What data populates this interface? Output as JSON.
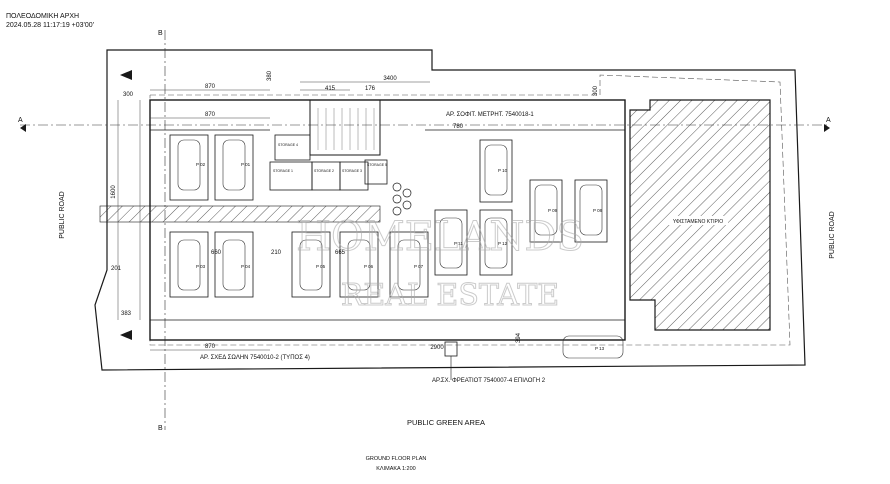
{
  "header": {
    "authority": "ΠΟΛΕΟΔΟΜΙΚΗ ΑΡΧΗ",
    "timestamp": "2024.05.28 11:17:19 +03'00'"
  },
  "labels": {
    "public_road_left": "PUBLIC ROAD",
    "public_road_right": "PUBLIC ROAD",
    "public_green_area": "PUBLIC GREEN AREA",
    "plan_title": "GROUND FLOOR PLAN",
    "scale": "ΚΛΙΜΑΚΑ 1:200",
    "dim_870_top": "870",
    "dim_870_mid": "870",
    "dim_870_bot": "870",
    "dim_3400": "3400",
    "dim_415": "415",
    "dim_176": "176",
    "dim_300_left": "300",
    "dim_300_right": "300",
    "dim_380": "380",
    "dim_1600": "1600",
    "dim_660": "660",
    "dim_665": "665",
    "dim_210": "210",
    "dim_201": "201",
    "dim_383": "383",
    "dim_394": "394",
    "dim_780": "780",
    "dim_2900": "2900",
    "note_top_right": "ΑΡ. ΣΟΦΙΤ. ΜΕΤΡΗΤ. 7540018-1",
    "note_bottom_left": "ΑΡ. ΣΧΕΔ ΣΩΛΗΝ 7540010-2 (ΤΥΠΟΣ 4)",
    "note_bottom_right": "ΑΡ.ΣΧ. ΦΡΕΑΤΙΟΤ 7540007-4   ΕΠΙΛΟΓΗ 2",
    "building_label": "ΥΦΙΣΤΑΜΕΝΟ ΚΤΙΡΙΟ",
    "storage_labels": [
      "STORAGE 1",
      "STORAGE 2",
      "STORAGE 3",
      "STORAGE 4",
      "STORAGE 5"
    ],
    "section_b": "B",
    "section_a": "A",
    "watermark_1": "HOMELANDS",
    "watermark_2": "REAL ESTATE"
  },
  "parking": {
    "upper_row": [
      "P 02",
      "P 01",
      "P 10",
      "P 09",
      "P 08"
    ],
    "lower_row": [
      "P 03",
      "P 04",
      "P 05",
      "P 06",
      "P 07",
      "P 11",
      "P 12"
    ],
    "extra": "P 13"
  },
  "colors": {
    "line": "#1a1a1a",
    "thin": "#444444",
    "hatch": "#333333",
    "watermark": "#aaaaaa"
  }
}
